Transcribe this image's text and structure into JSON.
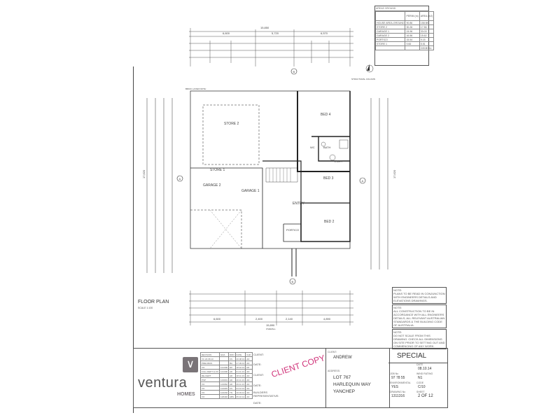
{
  "area_table": {
    "title": "AREAS GROUND",
    "headers": [
      "",
      "PERIM (m)",
      "AREA (m2)"
    ],
    "rows": [
      {
        "name": "HOUSE AREA-GROUND",
        "perim": "90.86",
        "area": "158.98"
      },
      {
        "name": "STORE 2",
        "perim": "30.26",
        "area": "17.56"
      },
      {
        "name": "GARAGE 1",
        "perim": "24.96",
        "area": "33.03"
      },
      {
        "name": "GARAGE 2",
        "perim": "16.56",
        "area": "15.62"
      },
      {
        "name": "PORTICO",
        "perim": "15.54",
        "area": "9.15"
      },
      {
        "name": "STORE 1",
        "perim": "9.66",
        "area": "5.51"
      }
    ],
    "total": "249.80 m²"
  },
  "dimensions": {
    "top_overall": "15,850",
    "top_segments": [
      "6,600",
      "5,720",
      "6,570"
    ],
    "bottom_overall": "15,890",
    "bottom_overall_label": "OVERALL",
    "bottom_segments": [
      "6,600",
      "2,400",
      "2,140",
      "4,890"
    ],
    "left_overall": "17,620",
    "right_overall": "17,620"
  },
  "rooms": {
    "bed4": "BED 4",
    "bath": "BATH",
    "wc": "WC",
    "ldry": "L'DRY",
    "bed3": "BED 3",
    "bed2": "BED 2",
    "store2": "STORE 2",
    "store1": "STORE 1",
    "garage1": "GARAGE 1",
    "garage2": "GARAGE 2",
    "entry": "ENTRY",
    "portico": "PORTICO"
  },
  "notes_plan": {
    "brick_note": "BRICK LAYER NOTE:",
    "structural_column": "STRUCTURAL COLUMN",
    "section_a": "A",
    "section_b": "B"
  },
  "plan_title": "FLOOR PLAN",
  "plan_scale": "SCALE 1:100",
  "notes": [
    {
      "title": "NOTE:",
      "text": "PLANS TO BE READ IN CONJUNCTION WITH ENGINEERS DETAILS AND ELEVATIONS DRAWINGS."
    },
    {
      "title": "NOTE:",
      "text": "ALL CONSTRUCTION TO BE IN ACCORDANCE WITH ALL ENGINEERS DETAILS, ALL RELEVANT AUSTRALIAN STANDARDS & THE BUILDING CODE OF AUSTRALIA."
    },
    {
      "title": "NOTE:",
      "text": "DO NOT SCALE FROM THIS DRAWING. CHECK ALL DIMENSIONS ON SITE PRIOR TO SETTING OUT AND COMMENCING OF ANY WORK."
    }
  ],
  "title_block": {
    "brand": "ventura",
    "brand_sub": "HOMES",
    "brand_color": "#7a7478",
    "revisions": {
      "headers": [
        "REVISION",
        "GDA",
        "DRN",
        "DATE",
        "CHK"
      ],
      "rows": [
        [
          "VC 20.08.13",
          "",
          "KS",
          "20.08.13",
          "AD"
        ],
        [
          "PRELIMAN",
          "",
          "BA",
          "27.09.13",
          "AD"
        ],
        [
          "VO",
          "121300",
          "DP",
          "18.10.13",
          "DP"
        ],
        [
          "FULL DEPT & VO",
          "121300",
          "AD",
          "01.11.13",
          "AD"
        ],
        [
          "RE-CERT",
          "",
          "AD",
          "18.11.13",
          "AD"
        ],
        [
          "PSP",
          "123001",
          "AD",
          "20.11.13",
          "AD"
        ],
        [
          "VO",
          "123062",
          "AD",
          "29.11.13",
          "AD"
        ],
        [
          "VO",
          "124045",
          "KS",
          "04.12.13",
          "AD"
        ],
        [
          "VO",
          "124182",
          "TN",
          "10.03.14",
          "AD"
        ],
        [
          "VO",
          "128446",
          "ABS",
          "05.10.14",
          "AD"
        ]
      ]
    },
    "signoff": [
      "CLIENT:",
      "DATE:",
      "CLIENT:",
      "DATE:",
      "BUILDERS REPRESENTATIVE:",
      "DATE:"
    ],
    "stamp": "CLIENT COPY",
    "stamp_color": "#d0347a",
    "client_label": "CLIENT:",
    "client": "ANDREW",
    "address_label": "ADDRESS:",
    "address": [
      "LOT 767",
      "HARLEQUIN WAY",
      "YANCHEP"
    ],
    "design": "SPECIAL",
    "date_label": "DATE",
    "date": "08.10.14",
    "job_label": "JOB No",
    "job": "97 78 55",
    "wind_label": "WIND RATING",
    "wind": "N1",
    "env_label": "ENVIRONMENTAL",
    "env": "YES",
    "code_label": "CODE",
    "code": "C/10",
    "drawing_label": "DRAWING No",
    "drawing": "1311316",
    "sheet_label": "SHEET",
    "sheet": "2 OF 12"
  }
}
